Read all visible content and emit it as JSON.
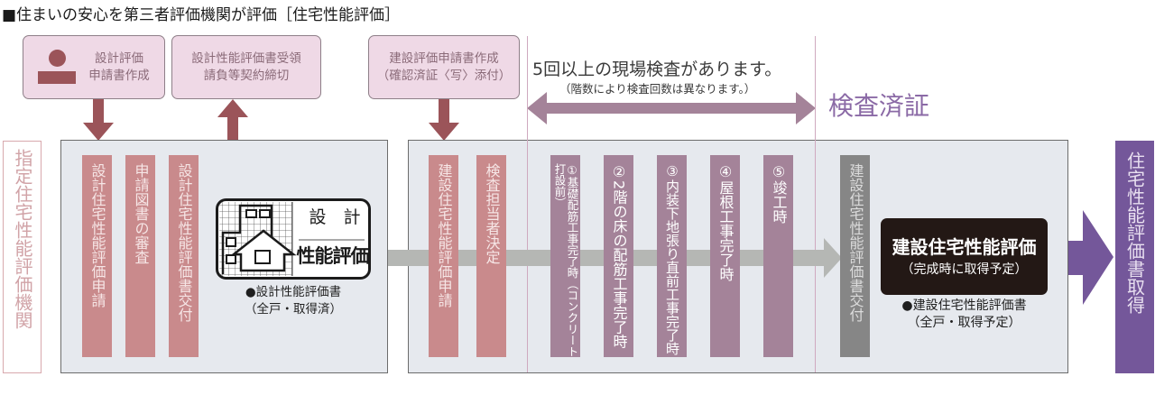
{
  "title": "■住まいの安心を第三者評価機関が評価［住宅性能評価］",
  "top_boxes": [
    {
      "label": "設計評価\n申請書作成",
      "icon": "person-icon",
      "arrow": "down"
    },
    {
      "label": "設計性能評価書受領\n請負等契約締切",
      "arrow": "up"
    },
    {
      "label": "建設評価申請書作成\n（確認済証〈写〉添付）",
      "arrow": "down"
    }
  ],
  "inspection_note": {
    "main": "5回以上の現場検査があります。",
    "sub": "（階数により検査回数は異なります。）"
  },
  "certificate_label": "検査済証",
  "left_label": "指定住宅性能評価機関",
  "right_label": "住宅性能評価書取得",
  "design_phase": {
    "steps": [
      {
        "label": "設計住宅性能評価申請",
        "color": "pink"
      },
      {
        "label": "申請図書の審査",
        "color": "pink"
      },
      {
        "label": "設計住宅性能評価書交付",
        "color": "pink"
      }
    ],
    "logo": {
      "top": "設　計",
      "bottom": "性能評価"
    },
    "caption": "●設計性能評価書\n（全戸・取得済）"
  },
  "construction_phase": {
    "steps": [
      {
        "label": "建設住宅性能評価申請",
        "color": "pink"
      },
      {
        "label": "検査担当者決定",
        "color": "pink"
      },
      {
        "label": "①基礎配筋工事完了時（コンクリート打設前）",
        "color": "mauve"
      },
      {
        "label": "②2階の床の配筋工事完了時",
        "color": "mauve"
      },
      {
        "label": "③内装下地張り直前工事完了時",
        "color": "mauve"
      },
      {
        "label": "④屋根工事完了時",
        "color": "mauve"
      },
      {
        "label": "⑤竣工時",
        "color": "mauve"
      },
      {
        "label": "建設住宅性能評価書交付",
        "color": "gray"
      }
    ],
    "result_box": {
      "title": "建設住宅性能評価",
      "subtitle": "（完成時に取得予定）"
    },
    "caption": "●建設住宅性能評価書\n（全戸・取得予定）"
  },
  "colors": {
    "pink_step": "#c98a8c",
    "mauve_step": "#a48399",
    "gray_step": "#868686",
    "purple_accent": "#74579a",
    "arrow_dark": "#9b5459",
    "top_box_fill": "#efd9e6"
  }
}
